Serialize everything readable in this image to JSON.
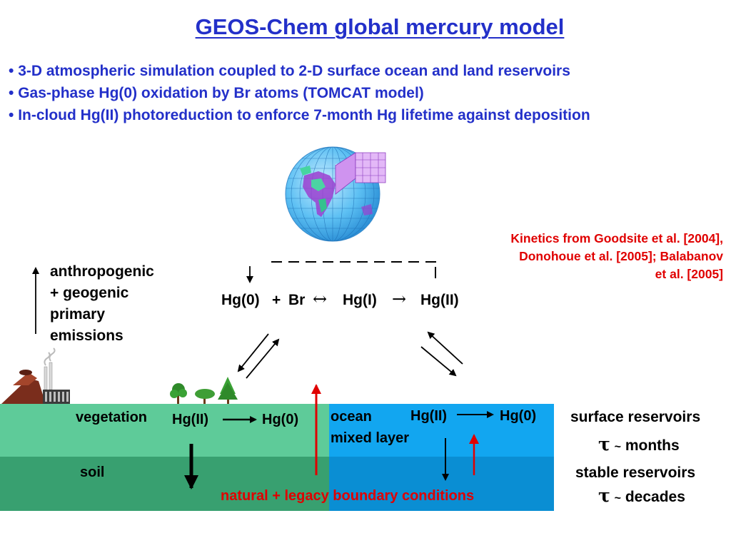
{
  "title": "GEOS-Chem global mercury model",
  "bullets": [
    "3-D atmospheric simulation coupled to 2-D surface ocean  and land reservoirs",
    "Gas-phase Hg(0) oxidation by Br atoms (TOMCAT model)",
    "In-cloud Hg(II) photoreduction to enforce 7-month Hg lifetime against deposition"
  ],
  "kinetics": {
    "line1": "Kinetics from Goodsite et al. [2004],",
    "line2": "Donohoue et al. [2005]; Balabanov",
    "line3": "et al. [2005]"
  },
  "emissions": {
    "line1": "anthropogenic",
    "line2": "+ geogenic",
    "line3": "primary",
    "line4": "emissions"
  },
  "reaction": {
    "hg0": "Hg(0)",
    "plus": "+",
    "br": "Br",
    "eq_arrow": "↔",
    "hg1": "Hg(I)",
    "fwd_arrow": "→",
    "hg2": "Hg(II)"
  },
  "land": {
    "vegetation": "vegetation",
    "hg2": "Hg(II)",
    "hg0": "Hg(0)",
    "soil": "soil"
  },
  "ocean": {
    "label1": "ocean",
    "label2": "mixed layer",
    "hg2": "Hg(II)",
    "hg0": "Hg(0)"
  },
  "reservoirs": {
    "surface": "surface reservoirs",
    "tau": "τ",
    "tilde": "~",
    "months": "months",
    "stable": "stable reservoirs",
    "decades": "decades"
  },
  "boundary_conditions": "natural + legacy boundary conditions",
  "colors": {
    "title_blue": "#2330c9",
    "red": "#e00000",
    "land_surface": "#5ecb99",
    "land_soil": "#38a070",
    "ocean_surface": "#12a6f0",
    "ocean_deep": "#0a8ed3"
  }
}
